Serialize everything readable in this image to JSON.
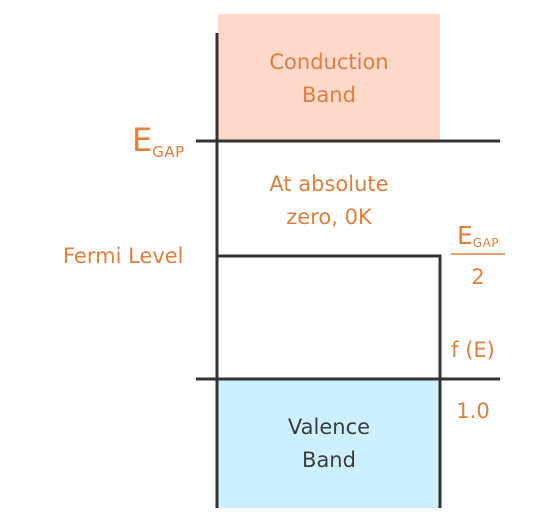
{
  "diagram": {
    "conduction_band": {
      "line1": "Conduction",
      "line2": "Band"
    },
    "valence_band": {
      "line1": "Valence",
      "line2": "Band"
    },
    "egap_label": {
      "main": "E",
      "sub": "GAP"
    },
    "absolute_zero": {
      "line1": "At absolute",
      "line2": "zero, 0K"
    },
    "fermi_level": "Fermi Level",
    "egap_half": {
      "main": "E",
      "sub": "GAP",
      "denominator": "2"
    },
    "f_of_e": "f (E)",
    "one_point_zero": "1.0",
    "colors": {
      "conduction_fill": "#fdd9cb",
      "valence_fill": "#cdf0fe",
      "line": "#333333",
      "accent_text": "#e07f3e",
      "band_text": "#3d3d3d"
    }
  }
}
